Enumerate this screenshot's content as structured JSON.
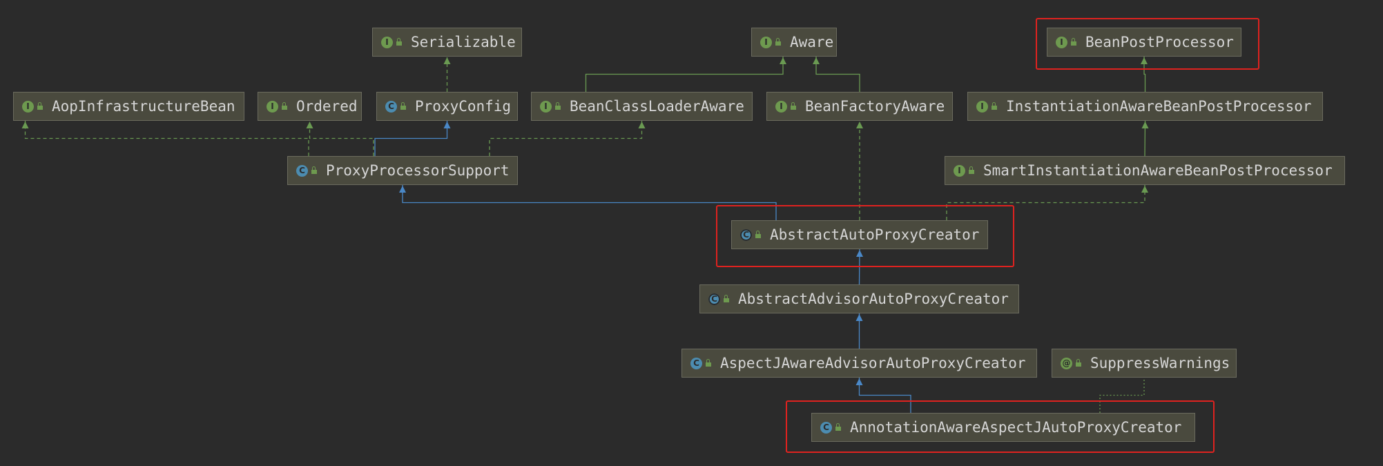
{
  "colors": {
    "background": "#2b2b2b",
    "node_fill": "#4a4a3e",
    "text": "#d6d6d6",
    "interface_badge": "#6e9a4f",
    "class_badge": "#4c8cb0",
    "extends_edge": "#4a88c7",
    "implements_edge": "#6a9a52",
    "highlight": "#e0221f"
  },
  "nodes": {
    "serializable": {
      "label": "Serializable",
      "kind": "interface"
    },
    "aware": {
      "label": "Aware",
      "kind": "interface"
    },
    "bean_post_processor": {
      "label": "BeanPostProcessor",
      "kind": "interface"
    },
    "aop_infrastructure_bean": {
      "label": "AopInfrastructureBean",
      "kind": "interface"
    },
    "ordered": {
      "label": "Ordered",
      "kind": "interface"
    },
    "proxy_config": {
      "label": "ProxyConfig",
      "kind": "class"
    },
    "bean_class_loader_aware": {
      "label": "BeanClassLoaderAware",
      "kind": "interface"
    },
    "bean_factory_aware": {
      "label": "BeanFactoryAware",
      "kind": "interface"
    },
    "instantiation_aware_bpp": {
      "label": "InstantiationAwareBeanPostProcessor",
      "kind": "interface"
    },
    "proxy_processor_support": {
      "label": "ProxyProcessorSupport",
      "kind": "class"
    },
    "smart_instantiation_aware_bpp": {
      "label": "SmartInstantiationAwareBeanPostProcessor",
      "kind": "interface"
    },
    "abstract_auto_proxy_creator": {
      "label": "AbstractAutoProxyCreator",
      "kind": "abstract-class"
    },
    "abstract_advisor_auto_proxy_creator": {
      "label": "AbstractAdvisorAutoProxyCreator",
      "kind": "abstract-class"
    },
    "aspectj_aware_advisor_auto_proxy_creator": {
      "label": "AspectJAwareAdvisorAutoProxyCreator",
      "kind": "class"
    },
    "suppress_warnings": {
      "label": "SuppressWarnings",
      "kind": "annotation"
    },
    "annotation_aware_aspectj_auto_proxy_creator": {
      "label": "AnnotationAwareAspectJAutoProxyCreator",
      "kind": "class"
    }
  },
  "edges": [
    {
      "from": "proxy_config",
      "to": "serializable",
      "type": "implements"
    },
    {
      "from": "bean_class_loader_aware",
      "to": "aware",
      "type": "extends-interface"
    },
    {
      "from": "bean_factory_aware",
      "to": "aware",
      "type": "extends-interface"
    },
    {
      "from": "instantiation_aware_bpp",
      "to": "bean_post_processor",
      "type": "extends-interface"
    },
    {
      "from": "smart_instantiation_aware_bpp",
      "to": "instantiation_aware_bpp",
      "type": "extends-interface"
    },
    {
      "from": "proxy_processor_support",
      "to": "aop_infrastructure_bean",
      "type": "implements"
    },
    {
      "from": "proxy_processor_support",
      "to": "ordered",
      "type": "implements"
    },
    {
      "from": "proxy_processor_support",
      "to": "proxy_config",
      "type": "extends"
    },
    {
      "from": "proxy_processor_support",
      "to": "bean_class_loader_aware",
      "type": "implements"
    },
    {
      "from": "abstract_auto_proxy_creator",
      "to": "proxy_processor_support",
      "type": "extends"
    },
    {
      "from": "abstract_auto_proxy_creator",
      "to": "bean_factory_aware",
      "type": "implements"
    },
    {
      "from": "abstract_auto_proxy_creator",
      "to": "smart_instantiation_aware_bpp",
      "type": "implements"
    },
    {
      "from": "abstract_advisor_auto_proxy_creator",
      "to": "abstract_auto_proxy_creator",
      "type": "extends"
    },
    {
      "from": "aspectj_aware_advisor_auto_proxy_creator",
      "to": "abstract_advisor_auto_proxy_creator",
      "type": "extends"
    },
    {
      "from": "annotation_aware_aspectj_auto_proxy_creator",
      "to": "aspectj_aware_advisor_auto_proxy_creator",
      "type": "extends"
    },
    {
      "from": "annotation_aware_aspectj_auto_proxy_creator",
      "to": "suppress_warnings",
      "type": "annotated-with"
    }
  ],
  "highlighted": [
    "bean_post_processor",
    "abstract_auto_proxy_creator",
    "annotation_aware_aspectj_auto_proxy_creator"
  ]
}
